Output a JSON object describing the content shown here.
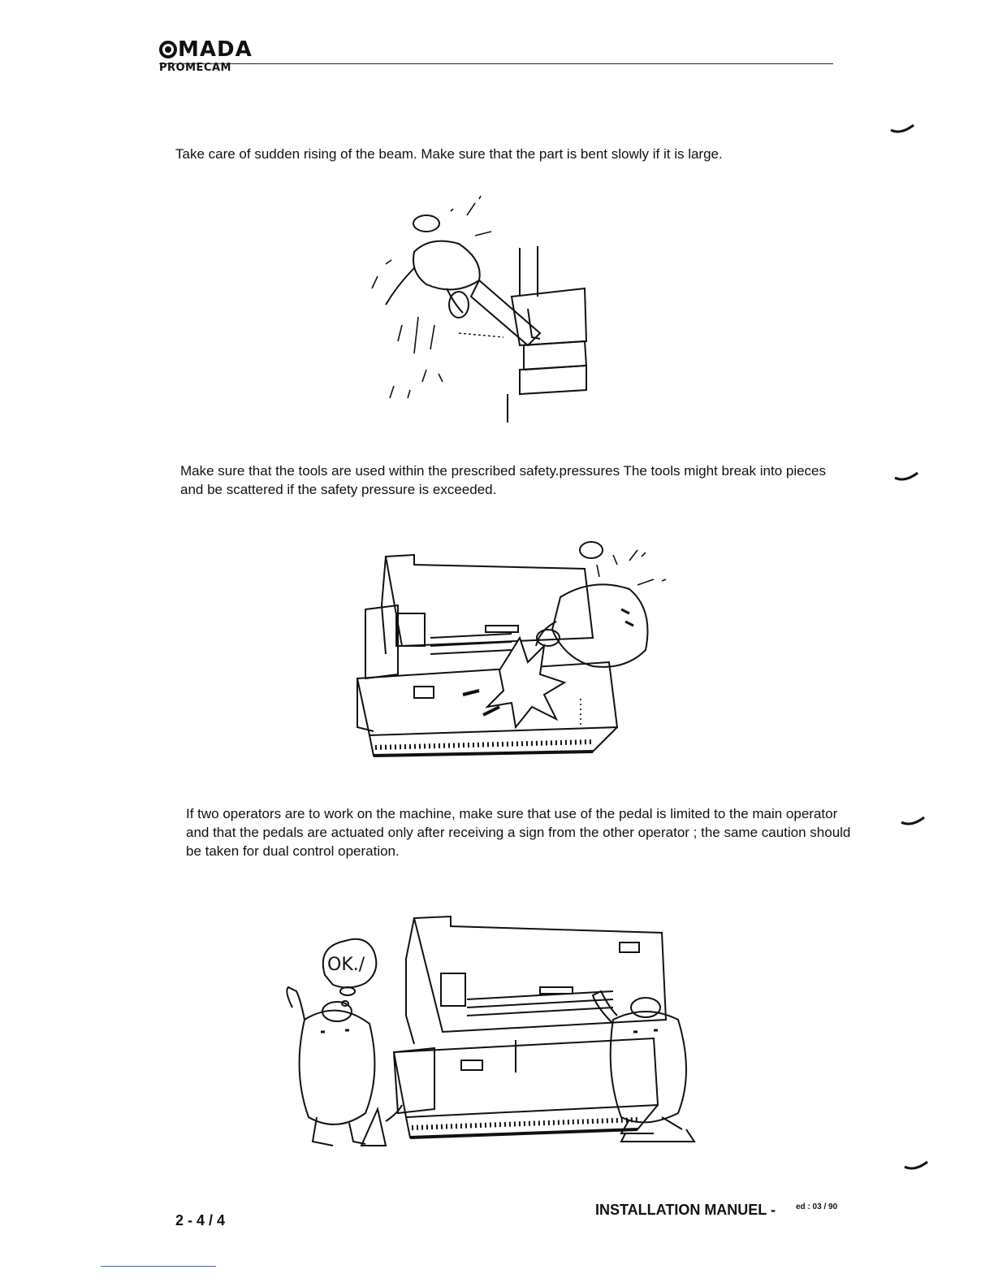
{
  "header": {
    "logo_main": "MADA",
    "logo_sub": "PROMECAM"
  },
  "paragraphs": [
    "Take care of sudden rising of the beam. Make sure that the part is bent slowly if it is large.",
    "Make sure that the tools are used within the prescribed safety.pressures The tools might break into pieces and be scattered if the safety pressure is exceeded.",
    "If two operators are to work on the machine, make sure that use of the pedal is limited to the main operator and that the pedals are actuated only after receiving a sign from the other operator ; the same caution should be taken for dual control operation."
  ],
  "illustrations": {
    "speech_bubble": "OK./"
  },
  "footer": {
    "page_number": "2 - 4 / 4",
    "manual_title": "INSTALLATION MANUEL -",
    "edition": "ed : 03 / 90"
  }
}
